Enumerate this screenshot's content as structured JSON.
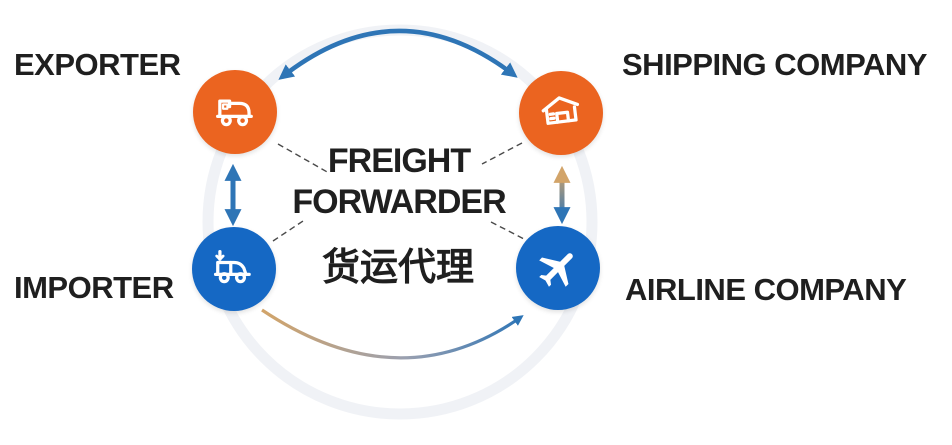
{
  "diagram": {
    "center": {
      "title_line1": "FREIGHT",
      "title_line2": "FORWARDER",
      "subtitle": "货运代理"
    },
    "nodes": [
      {
        "id": "exporter",
        "label": "EXPORTER",
        "icon": "truck-icon",
        "palette": "orange"
      },
      {
        "id": "shipping-company",
        "label": "SHIPPING COMPANY",
        "icon": "warehouse-icon",
        "palette": "orange"
      },
      {
        "id": "importer",
        "label": "IMPORTER",
        "icon": "delivery-van-icon",
        "palette": "blue"
      },
      {
        "id": "airline-company",
        "label": "AIRLINE COMPANY",
        "icon": "airplane-icon",
        "palette": "blue"
      }
    ],
    "edges": [
      {
        "from": "exporter",
        "to": "shipping-company",
        "style": "curved-double-arrow",
        "color": "#2E75B6"
      },
      {
        "from": "exporter",
        "to": "importer",
        "style": "straight-double-arrow",
        "color": "#2E75B6"
      },
      {
        "from": "shipping-company",
        "to": "airline-company",
        "style": "straight-double-arrow",
        "color": "tan-to-blue-gradient"
      },
      {
        "from": "importer",
        "to": "airline-company",
        "style": "curved-single-arrow",
        "color": "tan-to-blue-gradient"
      },
      {
        "from": "exporter",
        "to": "freight-forwarder",
        "style": "thin-dashed-line",
        "color": "#4a4a4a"
      },
      {
        "from": "shipping-company",
        "to": "freight-forwarder",
        "style": "thin-dashed-line",
        "color": "#4a4a4a"
      },
      {
        "from": "importer",
        "to": "freight-forwarder",
        "style": "thin-dashed-line",
        "color": "#4a4a4a"
      },
      {
        "from": "airline-company",
        "to": "freight-forwarder",
        "style": "thin-dashed-line",
        "color": "#4a4a4a"
      }
    ],
    "colors": {
      "node_orange": "#EB6420",
      "node_blue": "#1568C4",
      "arrow_blue": "#2E75B6",
      "arrow_tan": "#D2A469",
      "text_dark": "#1F1F1F",
      "connector_gray": "#4A4A4A",
      "ring_gray": "#E9EDF2"
    }
  }
}
